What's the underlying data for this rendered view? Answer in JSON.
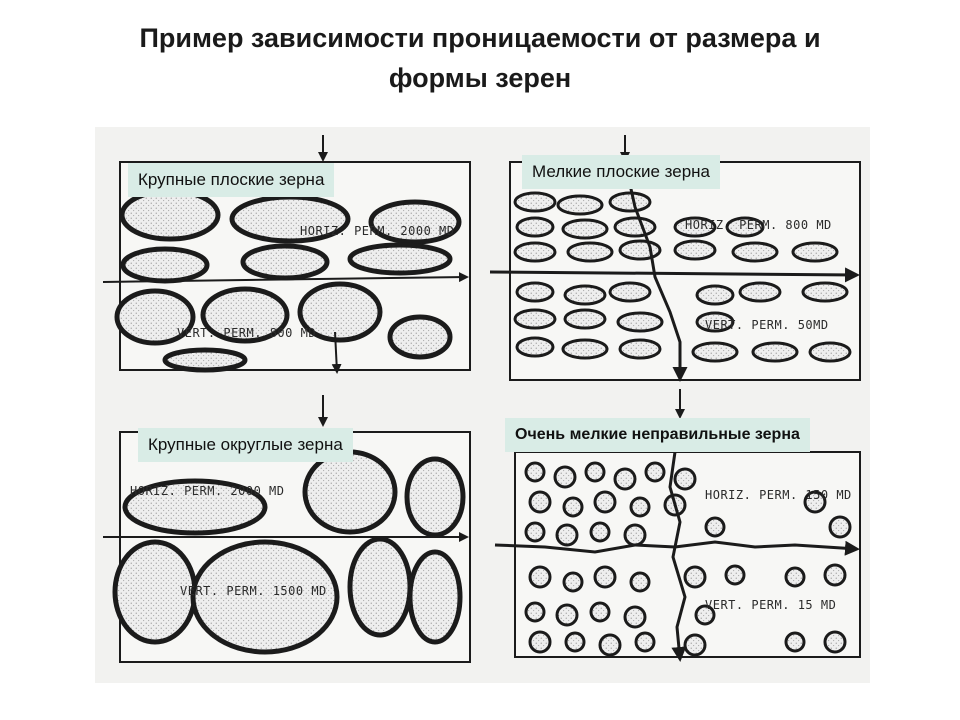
{
  "title": {
    "line1": "Пример зависимости проницаемости от размера и",
    "line2": "формы зерен"
  },
  "panels": [
    {
      "caption": "Крупные плоские зерна",
      "horiz": "HORIZ. PERM. 2000 MD",
      "vert": "VERT. PERM. 800 MD"
    },
    {
      "caption": "Мелкие плоские зерна",
      "horiz": "HORIZ. PERM. 800 MD",
      "vert": "VERT. PERM. 50MD"
    },
    {
      "caption": "Крупные округлые зерна",
      "horiz": "HORIZ. PERM. 2000 MD",
      "vert": "VERT. PERM. 1500 MD"
    },
    {
      "caption": "Очень мелкие неправильные зерна",
      "horiz": "HORIZ. PERM. 150 MD",
      "vert": "VERT. PERM. 15 MD"
    }
  ],
  "colors": {
    "caption_bg": "#d9ece6",
    "grain_outline": "#1b1b1b",
    "grain_fill": "#ececec"
  }
}
